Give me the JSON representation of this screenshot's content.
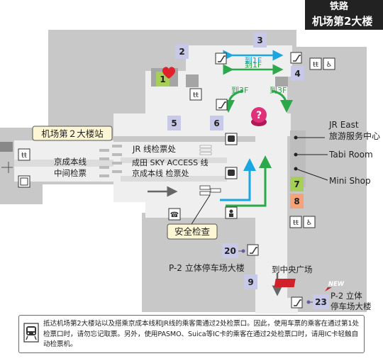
{
  "header": {
    "line1": "铁路",
    "line2": "机场第2大楼"
  },
  "station_label": "机场第２大楼站",
  "labels": {
    "jr_gate": "JR 线检票处",
    "keisei_mid_1": "京成本线",
    "keisei_mid_2": "中间检票",
    "sky_access_1": "成田 SKY ACCESS 线",
    "sky_access_2": "京成本线 检票处",
    "security": "安全检查",
    "to_1f_a": "到1F",
    "to_1f_b": "到1F",
    "to_3f_left": "到3F",
    "to_3f_right": "到3F",
    "jr_east_1": "JR East",
    "jr_east_2": "旅游服务中心",
    "tabi_room": "Tabi Room",
    "mini_shop": "Mini Shop",
    "parking_left": "P-2 立体停车场大楼",
    "parking_right_1": "P-2 立体",
    "parking_right_2": "停车场大楼",
    "to_plaza": "到中央广场",
    "new_badge": "NEW"
  },
  "gates": {
    "g1": "1",
    "g2": "2",
    "g3": "3",
    "g4": "4",
    "g5": "5",
    "g6": "6",
    "g7": "7",
    "g8": "8",
    "g9": "9",
    "g20": "20",
    "g23": "23"
  },
  "colors": {
    "floor": "#c8c8c8",
    "corridor": "#f1f1f1",
    "gate_purple": "#c8c8e8",
    "gate_green": "#a6cf5a",
    "gate_orange": "#f5a27a",
    "arrow_blue": "#1aa6e0",
    "arrow_green": "#2aa84a",
    "info_pink": "#e0307a",
    "new_red": "#d0202a",
    "label_yellow": "#fdf6d4"
  },
  "notice": {
    "text": "抵达机场第2大楼站以及搭乘京成本线和JR线的乘客需通过2处检票口。因此，使用车票的乘客在通过第1处检票口时，请勿忘记取票。另外，使用PASMO、Suica等IC卡的乘客在通过2处检票口时，请用IC卡轻触自动检票机。"
  }
}
